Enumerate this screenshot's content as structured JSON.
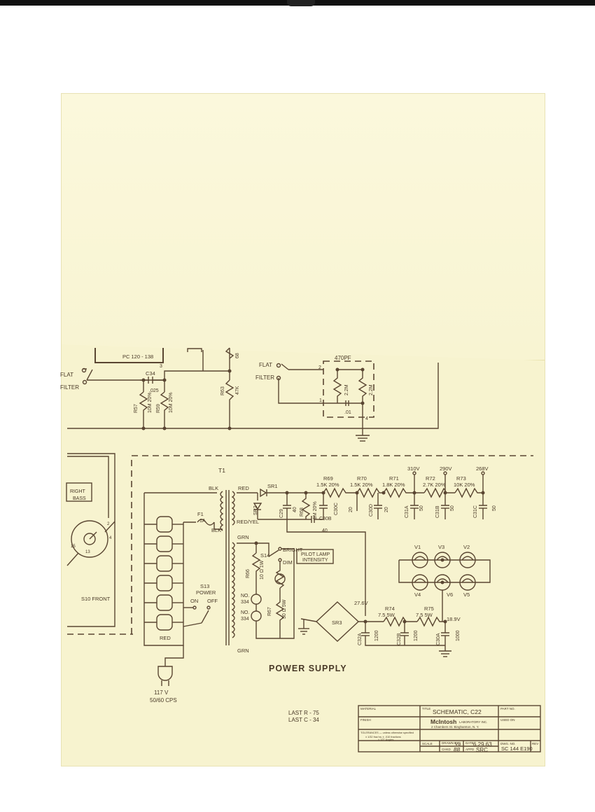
{
  "colors": {
    "paper": "#f7f3cf",
    "ink": "#5a4632",
    "frame": "#111111"
  },
  "upper": {
    "switch_flat_left": "FLAT",
    "switch_filter_left": "FILTER",
    "pc_label": "PC 120 - 138",
    "pin3": "3",
    "c34": "C34",
    "c34_val": ".025",
    "r57": "R57",
    "r57_val": "10M 20%",
    "r59": "R59",
    "r59_val": "10M 20%",
    "r63": "R63",
    "r63_val": "47K",
    "r_top_val": "68",
    "flat": "FLAT",
    "filter": "FILTER",
    "pf": "470PF",
    "n1": "1",
    "n2": "2",
    "n4": "4",
    "r_a": "2.2M",
    "r_b": "2.2M",
    "cap01": ".01"
  },
  "selector": {
    "right": "RIGHT",
    "bass": "BASS",
    "front": "S10 FRONT",
    "p15": "15",
    "p13": "13",
    "p2": "2",
    "p4": "4"
  },
  "power": {
    "title": "POWER SUPPLY",
    "t1": "T1",
    "blk1": "BLK",
    "red1": "RED",
    "sr1": "SR1",
    "sr2": "SR2",
    "c29": "C29",
    "c29_val": "40",
    "r68": "R68",
    "r68_val": "1M 20%",
    "c30b": "C30B",
    "c30b_val": "40",
    "c30c": "C30C",
    "c30c_val": "20",
    "c30d": "C30D",
    "c30d_val": "20",
    "red_yel": "RED/YEL",
    "grn1": "GRN",
    "grn2": "GRN",
    "r69": "R69",
    "r69_val": "1.5K 20%",
    "r70": "R70",
    "r70_val": "1.5K 20%",
    "r71": "R71",
    "r71_val": "1.8K 20%",
    "r72": "R72",
    "r72_val": "2.7K 20%",
    "r73": "R73",
    "r73_val": "10K 20%",
    "v310": "310V",
    "v290": "290V",
    "v268": "268V",
    "c31a": "C31A",
    "c31a_val": "50",
    "c31b": "C31B",
    "c31b_val": "50",
    "c31c": "C31C",
    "c31c_val": "50",
    "f1": "F1",
    "f1_val": "1A",
    "blk2": "BLK",
    "s13": "S13",
    "power_lbl": "POWER",
    "on": "ON",
    "off": "OFF",
    "red2": "RED",
    "plug_v": "117 V",
    "plug_hz": "50/60 CPS",
    "r66": "R66",
    "r66_val": "10 Ω 1W",
    "s14": "S14",
    "bright": "BRIGHT",
    "dim": "DIM",
    "pilot1": "PILOT LAMP",
    "pilot2": "INTENSITY",
    "no1": "NO.",
    "no1_val": "334",
    "no2": "NO.",
    "no2_val": "334",
    "r67": "R67",
    "r67_val": "50 Ω 5W",
    "sr3": "SR3",
    "v1": "V1",
    "v2": "V2",
    "v3": "V3",
    "v4": "V4",
    "v5": "V5",
    "v6": "V6",
    "v276": "27.6V",
    "r74": "R74",
    "r74_val": "7.5  5W",
    "r75": "R75",
    "r75_val": "7.5  5W",
    "v189": "18.9V",
    "c32a": "C32A",
    "c32a_val": "1200",
    "c32b": "C32B",
    "c32b_val": "1200",
    "c30a": "C30A",
    "c30a_val": "1000"
  },
  "notes": {
    "last_r": "LAST  R - 75",
    "last_c": "LAST  C - 34"
  },
  "title_block": {
    "material": "MATERIAL",
    "title_hdr": "TITLE",
    "title": "SCHEMATIC,  C22",
    "part_hdr": "PART NO.",
    "finish": "FINISH",
    "company": "McIntosh",
    "company_sub": "LABORATORY INC.",
    "address": "2 Chambers St.   Binghamton, N. Y.",
    "used_on": "USED ON",
    "tol1": "TOLERANCES — unless otherwise specified",
    "tol2": "± 1/32 frac'ns; ± .010 fractions",
    "tol3": "± 1/2° Angles",
    "scale": "SCALE",
    "drawn": "DRAWN BY",
    "drawn_val": "VB",
    "date": "DATE",
    "date_val": "6.29.63",
    "chkd": "CHKD",
    "chkd_val": "BB",
    "appd": "APPD",
    "appd_val": "SRC",
    "dwg_no": "DWG. NO.",
    "dwg_val": "SC 144 E190",
    "rev": "REV"
  }
}
